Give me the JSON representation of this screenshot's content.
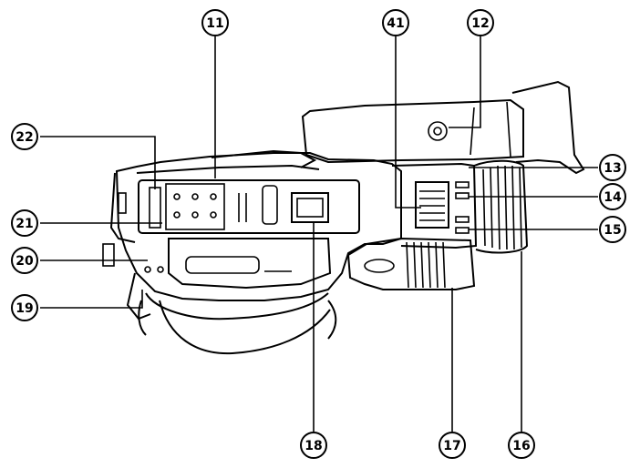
{
  "diagram": {
    "callouts": [
      {
        "id": "c11",
        "label": "11"
      },
      {
        "id": "c41",
        "label": "41"
      },
      {
        "id": "c12",
        "label": "12"
      },
      {
        "id": "c22",
        "label": "22"
      },
      {
        "id": "c13",
        "label": "13"
      },
      {
        "id": "c14",
        "label": "14"
      },
      {
        "id": "c21",
        "label": "21"
      },
      {
        "id": "c15",
        "label": "15"
      },
      {
        "id": "c20",
        "label": "20"
      },
      {
        "id": "c19",
        "label": "19"
      },
      {
        "id": "c18",
        "label": "18"
      },
      {
        "id": "c17",
        "label": "17"
      },
      {
        "id": "c16",
        "label": "16"
      }
    ]
  },
  "colors": {
    "ink": "#000000",
    "paper": "#ffffff"
  }
}
